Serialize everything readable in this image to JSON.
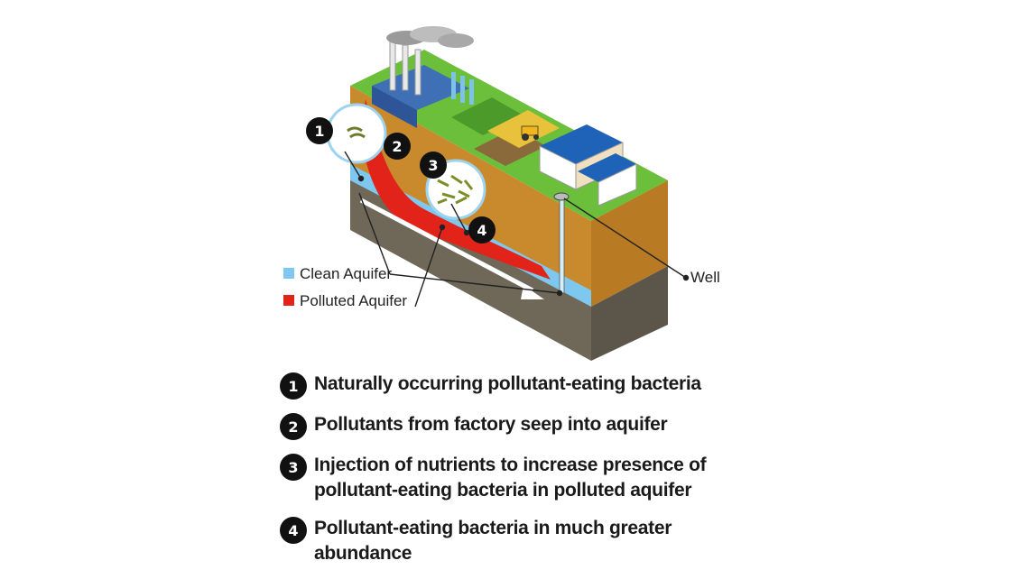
{
  "labels": {
    "clean_aquifer": "Clean Aquifer",
    "polluted_aquifer": "Polluted Aquifer",
    "well": "Well"
  },
  "markers": [
    "1",
    "2",
    "3",
    "4"
  ],
  "legend": [
    {
      "num": "1",
      "text": "Naturally occurring pollutant-eating bacteria"
    },
    {
      "num": "2",
      "text": "Pollutants from factory seep into aquifer"
    },
    {
      "num": "3",
      "text": "Injection of nutrients to increase presence of pollutant-eating bacteria in polluted aquifer"
    },
    {
      "num": "4",
      "text": "Pollutant-eating bacteria in much greater abundance"
    }
  ],
  "colors": {
    "clean": "#7ec8ef",
    "polluted": "#e2231a",
    "soil": "#c98a2e",
    "rock": "#6f6858",
    "grass": "#6cbf3a",
    "marker": "#111111"
  },
  "icons": [
    "factory-icon",
    "smokestack-icon",
    "crop-field-icon",
    "tractor-icon",
    "house-icon",
    "well-icon",
    "bacteria-icon"
  ]
}
